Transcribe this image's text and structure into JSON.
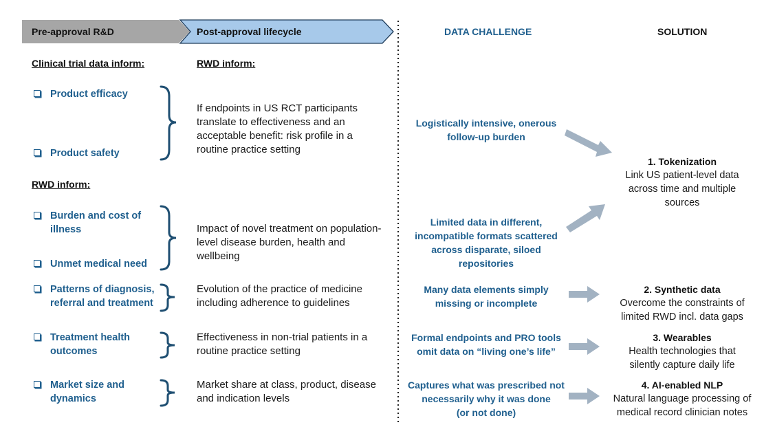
{
  "header": {
    "pre_approval": "Pre-approval R&D",
    "post_approval": "Post-approval lifecycle",
    "data_challenge": "DATA CHALLENGE",
    "solution": "SOLUTION"
  },
  "colors": {
    "accent_blue": "#1f5f8e",
    "chevron_grey": "#a6a6a6",
    "chevron_blue": "#a7c9ea",
    "arrow_grey": "#a2b2c2"
  },
  "section1": {
    "left_heading": "Clinical trial data inform:",
    "mid_heading": "RWD inform:",
    "items": [
      "Product efficacy",
      "Product safety"
    ],
    "description": [
      "If endpoints in US RCT participants",
      "translate to effectiveness and an",
      "acceptable benefit: risk profile in a",
      "routine practice setting"
    ]
  },
  "section2": {
    "left_heading": "RWD inform:",
    "groups": [
      {
        "items": [
          [
            "Burden and cost of",
            "illness"
          ],
          [
            "Unmet medical need"
          ]
        ],
        "description": [
          "Impact of novel treatment on population-",
          "level disease burden, health and",
          "wellbeing"
        ]
      },
      {
        "items": [
          [
            "Patterns of diagnosis,",
            "referral and treatment"
          ]
        ],
        "description": [
          "Evolution of the practice of medicine",
          "including adherence to guidelines"
        ]
      },
      {
        "items": [
          [
            "Treatment health",
            "outcomes"
          ]
        ],
        "description": [
          "Effectiveness in non-trial patients in a",
          "routine practice setting"
        ]
      },
      {
        "items": [
          [
            "Market size and",
            "dynamics"
          ]
        ],
        "description": [
          "Market share at class, product, disease",
          "and indication levels"
        ]
      }
    ]
  },
  "challenges": [
    [
      "Logistically intensive, onerous",
      "follow-up burden"
    ],
    [
      "Limited data in different,",
      "incompatible formats scattered",
      "across disparate, siloed",
      "repositories"
    ],
    [
      "Many data elements simply",
      "missing or incomplete"
    ],
    [
      "Formal endpoints and PRO tools",
      "omit data on “living one’s life”"
    ],
    [
      "Captures what was prescribed not",
      "necessarily why it was done",
      "(or not done)"
    ]
  ],
  "solutions": [
    {
      "title": "1. Tokenization",
      "body": [
        "Link US patient-level data",
        "across time and multiple",
        "sources"
      ]
    },
    {
      "title": "2. Synthetic data",
      "body": [
        "Overcome the constraints of",
        "limited RWD incl. data gaps"
      ]
    },
    {
      "title": "3. Wearables",
      "body": [
        "Health technologies that",
        "silently capture daily life"
      ]
    },
    {
      "title": "4. AI-enabled NLP",
      "body": [
        "Natural language processing of",
        "medical record clinician notes"
      ]
    }
  ]
}
